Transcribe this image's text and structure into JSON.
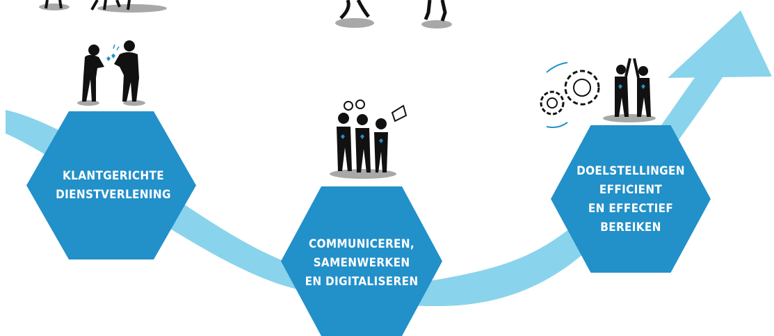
{
  "colors": {
    "accent_blue": "#2290c9",
    "arrow_light_blue": "#8ad3ec",
    "figure_black": "#111111",
    "shadow_grey": "#a8a8a8",
    "hex_text": "#ffffff"
  },
  "steps": [
    {
      "label": "KLANTGERICHTE\nDIENSTVERLENING",
      "icon": "handshake-people-icon"
    },
    {
      "label": "COMMUNICEREN,\nSAMENWERKEN\nEN DIGITALISEREN",
      "icon": "team-collaboration-icon"
    },
    {
      "label": "DOELSTELLINGEN\nEFFICIENT\nEN EFFECTIEF\nBEREIKEN",
      "icon": "gears-and-high-five-icon"
    }
  ]
}
